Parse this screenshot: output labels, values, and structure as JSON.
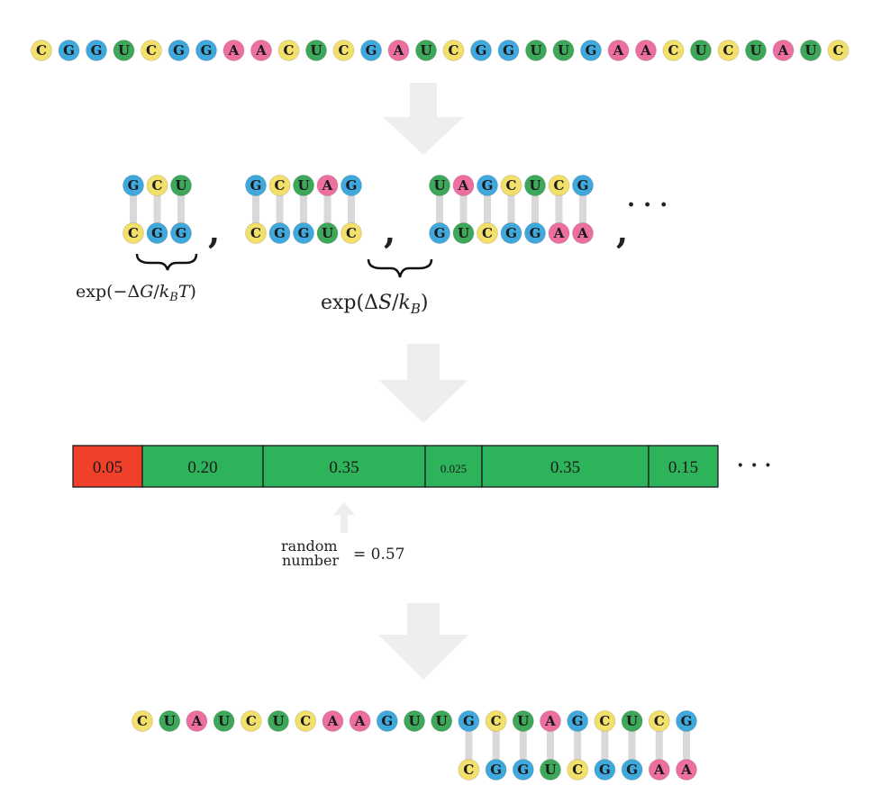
{
  "colors": {
    "C": "#f3e06a",
    "G": "#3fa8dc",
    "U": "#3da85a",
    "A": "#ec6f9f",
    "arrow": "#eeeeee",
    "bond": "#d9d9d9",
    "bar_green": "#2db45b",
    "bar_red": "#f0402a"
  },
  "sequence_top": "CGGUCGGAACUCGAUCGGUUGAACUCUAUC",
  "candidates": [
    {
      "top": "GCU",
      "bottom": "CGG",
      "annotation": "exp(−ΔG/kBT)"
    },
    {
      "top": "GCUAG",
      "bottom": "CGGUC",
      "annotation": "exp(ΔS/kB)"
    },
    {
      "top": "UAGCUCG",
      "bottom": "GUCGGAA",
      "annotation": ""
    }
  ],
  "ellipsis": "· · ·",
  "probabilities": [
    "0.05",
    "0.20",
    "0.35",
    "0.025",
    "0.35",
    "0.15"
  ],
  "bar_ellipsis": "· · ·",
  "random_label": [
    "random",
    "number"
  ],
  "random_value": "= 0.57",
  "result": {
    "top": "CUAUCUCAAGUUGCUAGCUCG",
    "bottom": "CGGUCGGAA"
  }
}
